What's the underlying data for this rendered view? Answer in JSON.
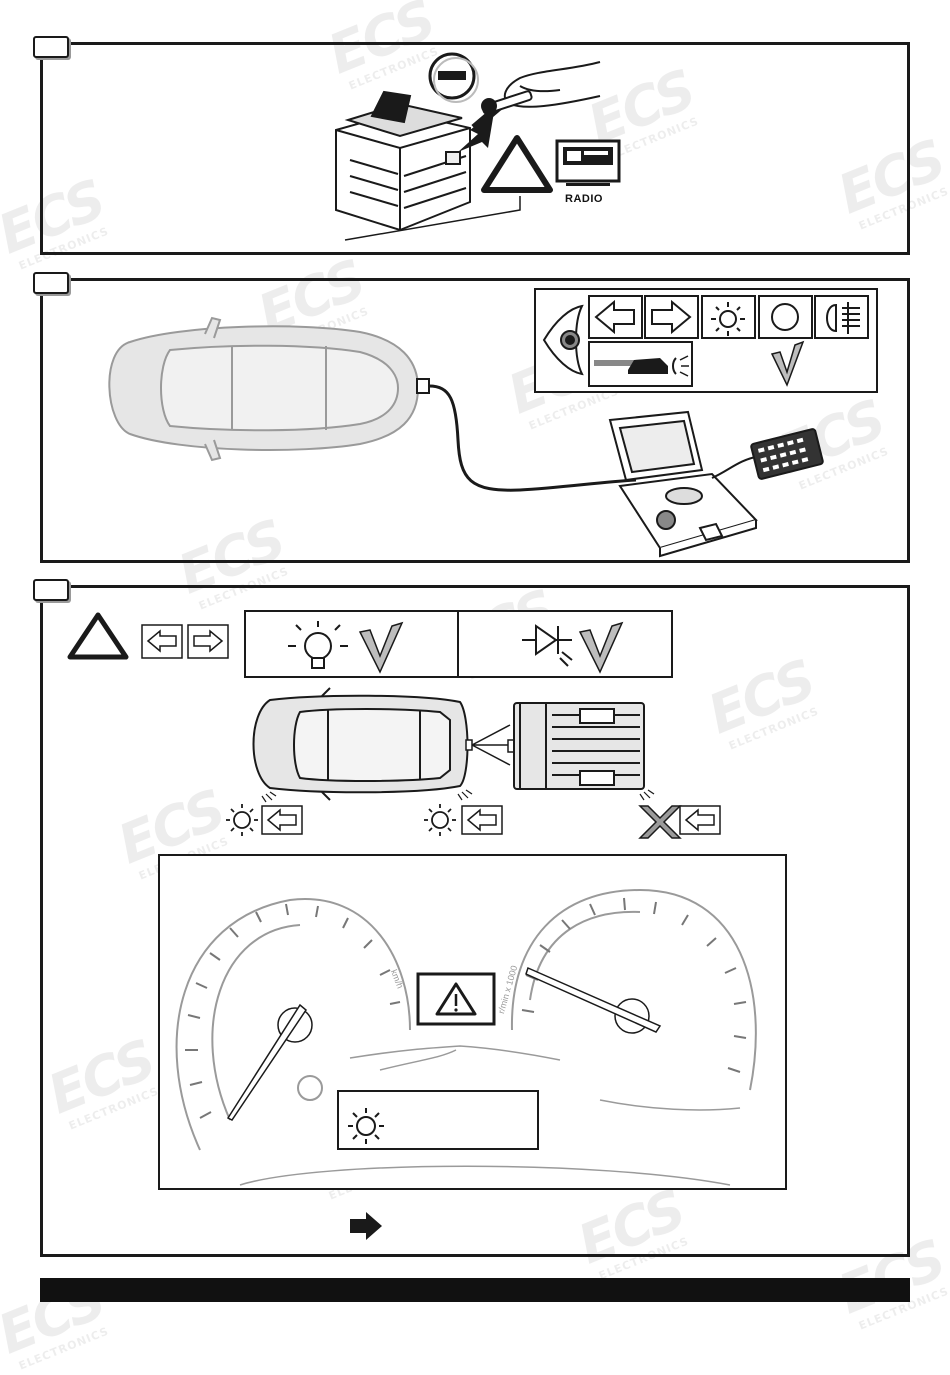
{
  "panel1": {
    "radio_label": "RADIO"
  },
  "dashboard": {
    "speed_unit": "km/h",
    "rpm_unit": "r/min x 1000"
  },
  "watermark": {
    "brand": "ECS",
    "subtitle": "ELECTRONICS"
  },
  "colors": {
    "ink": "#1a1a1a",
    "car_fill": "#e6e6e6",
    "check_gray": "#bdbdbd",
    "footer": "#111111"
  }
}
